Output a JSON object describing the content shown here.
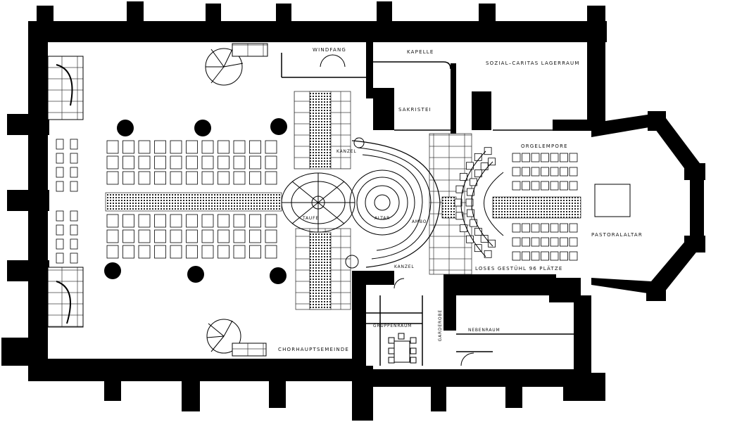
{
  "labels": {
    "windfang": "WINDFANG",
    "kapelle": "KAPELLE",
    "sozial": "SOZIAL–CARITAS LAGERRAUM",
    "sakristei": "SAKRISTEI",
    "orgelempore": "ORGELEMPORE",
    "taufe": "TAUFE",
    "altar": "ALTAR",
    "kanzel": "KANZEL",
    "ambo": "AMBO",
    "pastoralaltar": "PASTORALALTAR",
    "loses_gestuehl": "LOSES GESTÜHL 96 PLÄTZE",
    "gruppenraum": "GRUPPENRAUM",
    "garderobe": "GARDEROBE",
    "nebenraum": "NEBENRAUM",
    "chorhaupt": "CHORHAUPTSEMEINDE"
  },
  "colors": {
    "wall": "#000000",
    "paper": "#ffffff",
    "hatch": "#444444"
  }
}
